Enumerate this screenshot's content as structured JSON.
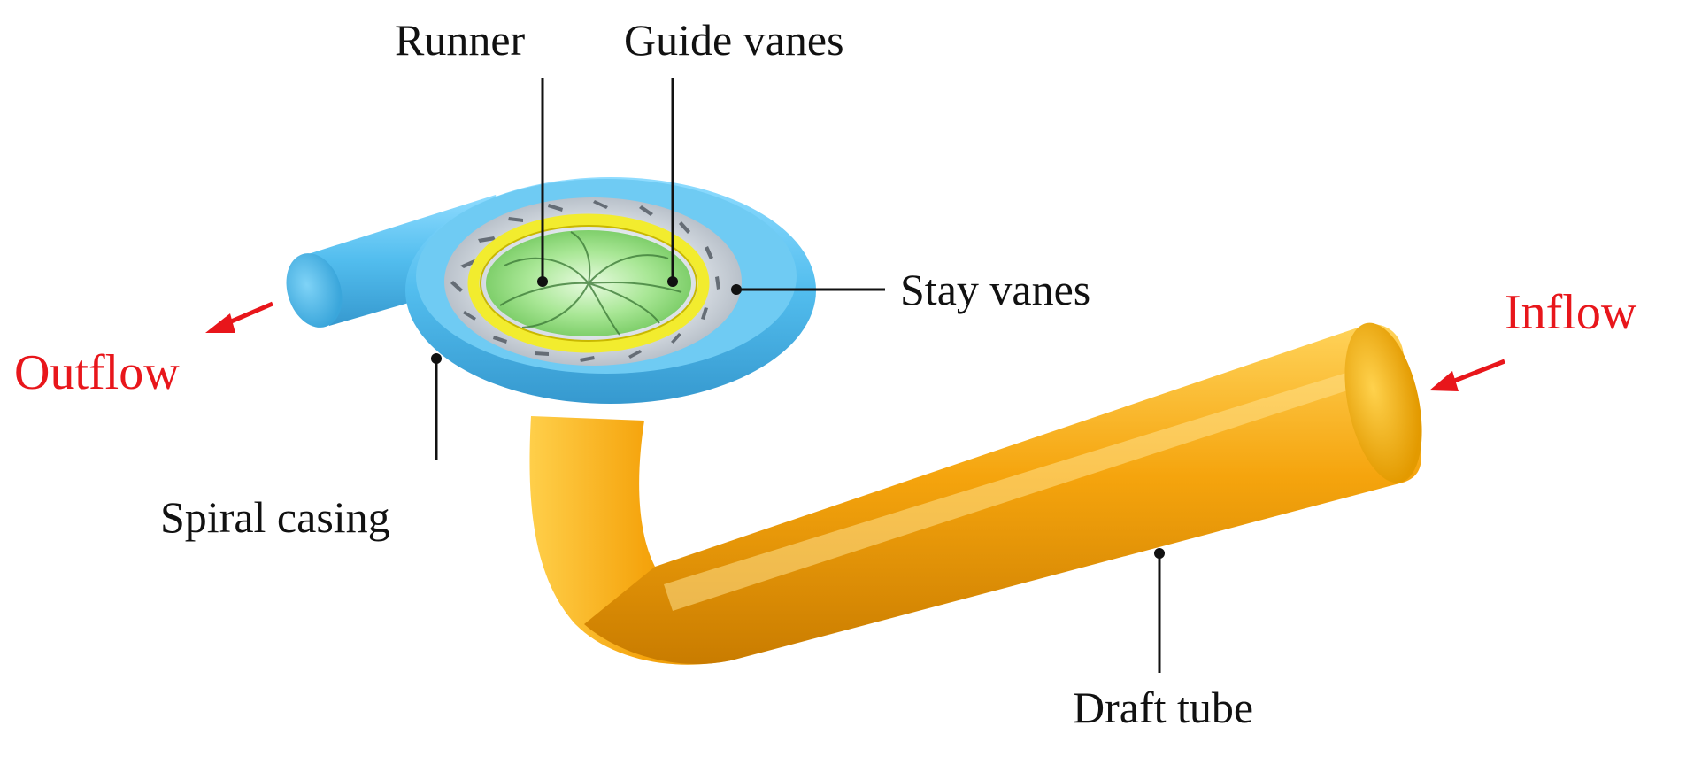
{
  "labels": {
    "runner": "Runner",
    "guide_vanes": "Guide vanes",
    "stay_vanes": "Stay vanes",
    "spiral_casing": "Spiral casing",
    "draft_tube": "Draft tube",
    "inflow": "Inflow",
    "outflow": "Outflow"
  },
  "colors": {
    "label_text": "#111111",
    "flow_label": "#e8161b",
    "flow_arrow": "#e8161b",
    "spiral_casing": "#52bdee",
    "guide_vane_ring": "#f2ec2e",
    "runner": "#8fdc7c",
    "stay_vane_region": "#c9cfd6",
    "draft_tube": "#f5a40d"
  }
}
